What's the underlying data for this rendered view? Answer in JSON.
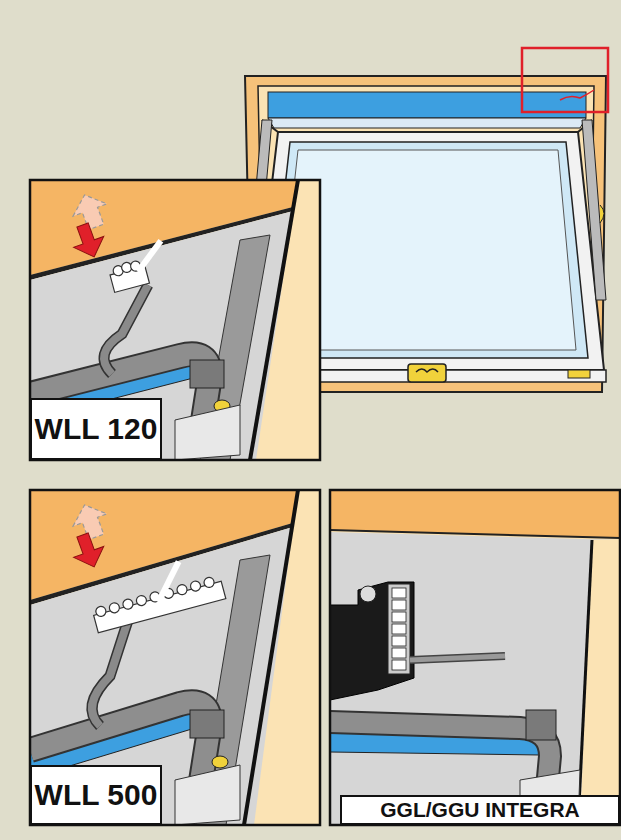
{
  "diagram": {
    "nodes": [
      {
        "text": [
          "WLL 120"
        ]
      },
      {
        "text": [
          "WLL 500"
        ]
      },
      {
        "text": [
          "GGL/GGU INTEGRA"
        ]
      }
    ]
  }
}
